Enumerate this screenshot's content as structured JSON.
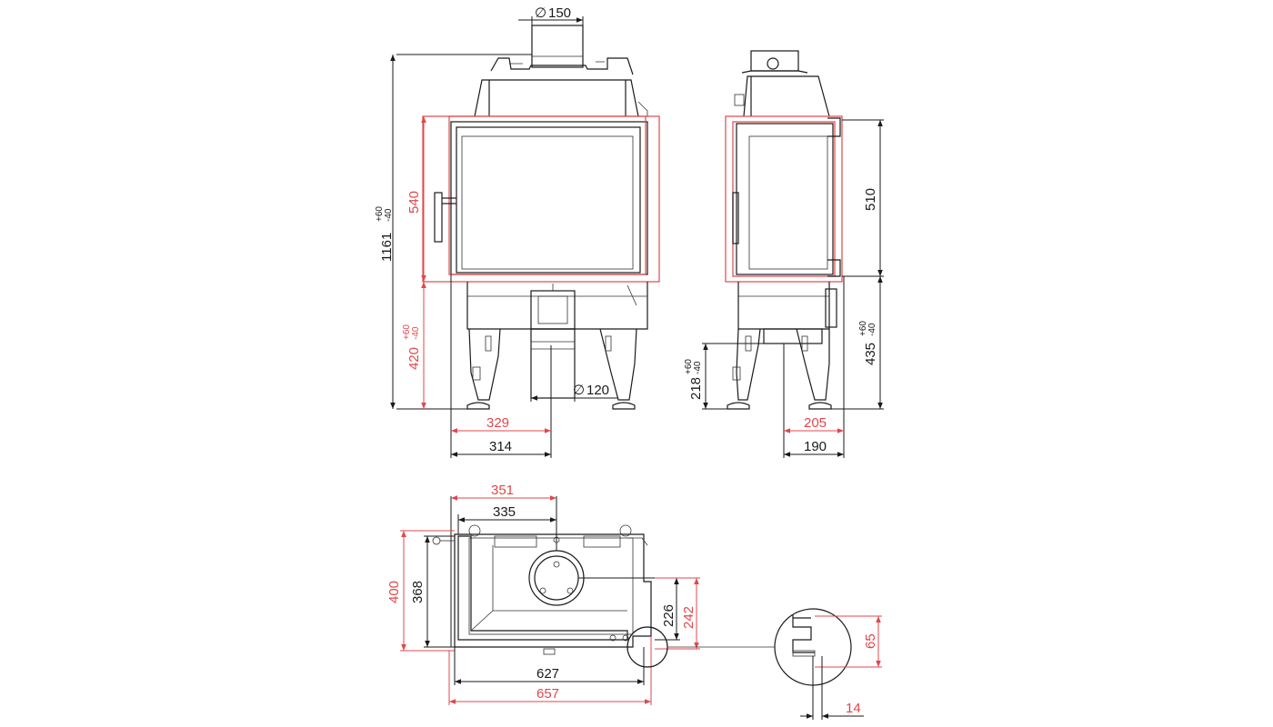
{
  "dimensions": {
    "front": {
      "flue_diameter": "150",
      "height_total": "1161",
      "height_total_tol_plus": "+60",
      "height_total_tol_minus": "-40",
      "frame_height": "540",
      "base_height": "420",
      "base_height_tol_plus": "+60",
      "base_height_tol_minus": "-40",
      "air_inlet_diameter": "120",
      "offset_red": "329",
      "offset_black": "314"
    },
    "side": {
      "frame_height": "510",
      "base_height": "435",
      "base_height_tol_plus": "+60",
      "base_height_tol_minus": "-40",
      "inlet_height": "218",
      "inlet_height_tol_plus": "+60",
      "inlet_height_tol_minus": "-40",
      "depth_red": "205",
      "depth_black": "190"
    },
    "top": {
      "flue_offset_red": "351",
      "flue_offset_black": "335",
      "depth_red": "400",
      "depth_black": "368",
      "flue_depth_black": "226",
      "flue_depth_red": "242",
      "width_black": "627",
      "width_red": "657"
    },
    "detail": {
      "height": "65",
      "width": "14"
    }
  },
  "colors": {
    "dimension_red": "#e0474c",
    "line_black": "#1a1a1a"
  }
}
